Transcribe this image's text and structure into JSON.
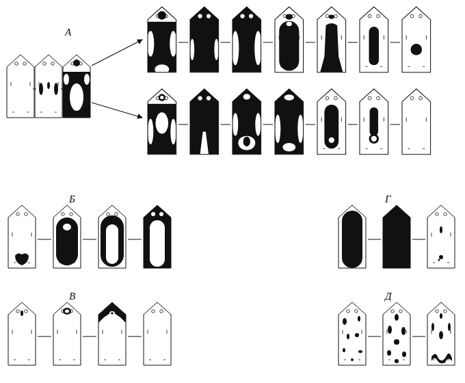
{
  "diagram": {
    "labels": [
      "А",
      "Б",
      "В",
      "Г",
      "Д"
    ]
  }
}
